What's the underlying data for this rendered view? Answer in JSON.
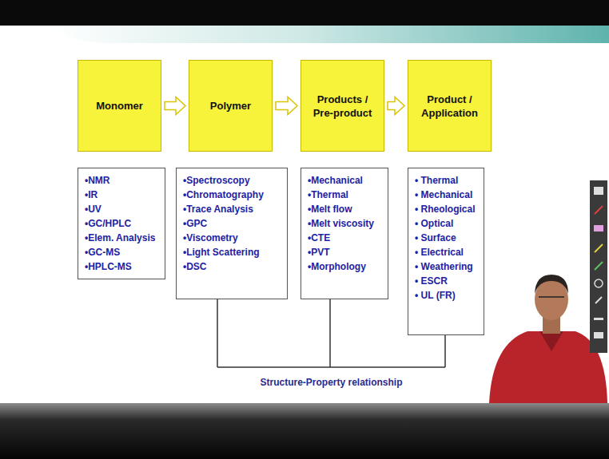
{
  "diagram": {
    "nodes": [
      {
        "text": [
          "Monomer"
        ]
      },
      {
        "text": [
          "Polymer"
        ]
      },
      {
        "text": [
          "Products / Pre-product"
        ]
      },
      {
        "text": [
          "Product / Application"
        ]
      },
      {
        "text": [
          "•NMR",
          "•IR",
          "•UV",
          "•GC/HPLC",
          "•Elem. Analysis",
          "•GC-MS",
          "•HPLC-MS"
        ]
      },
      {
        "text": [
          "•Spectroscopy",
          "•Chromatography",
          "•Trace Analysis",
          "•GPC",
          "•Viscometry",
          "•Light Scattering",
          "•DSC"
        ]
      },
      {
        "text": [
          "•Mechanical",
          "•Thermal",
          "•Melt flow",
          "•Melt viscosity",
          "•CTE",
          "•PVT",
          "•Morphology"
        ]
      },
      {
        "text": [
          "• Thermal",
          "• Mechanical",
          "• Rheological",
          "• Optical",
          "• Surface",
          "• Electrical",
          "• Weathering",
          "• ESCR",
          "• UL (FR)"
        ]
      }
    ],
    "edges": [
      {
        "from": 0,
        "to": 1,
        "arrow": "to"
      },
      {
        "from": 1,
        "to": 2,
        "arrow": "to"
      },
      {
        "from": 2,
        "to": 3,
        "arrow": "to"
      }
    ],
    "labels": [
      "Structure-Property relationship"
    ]
  }
}
